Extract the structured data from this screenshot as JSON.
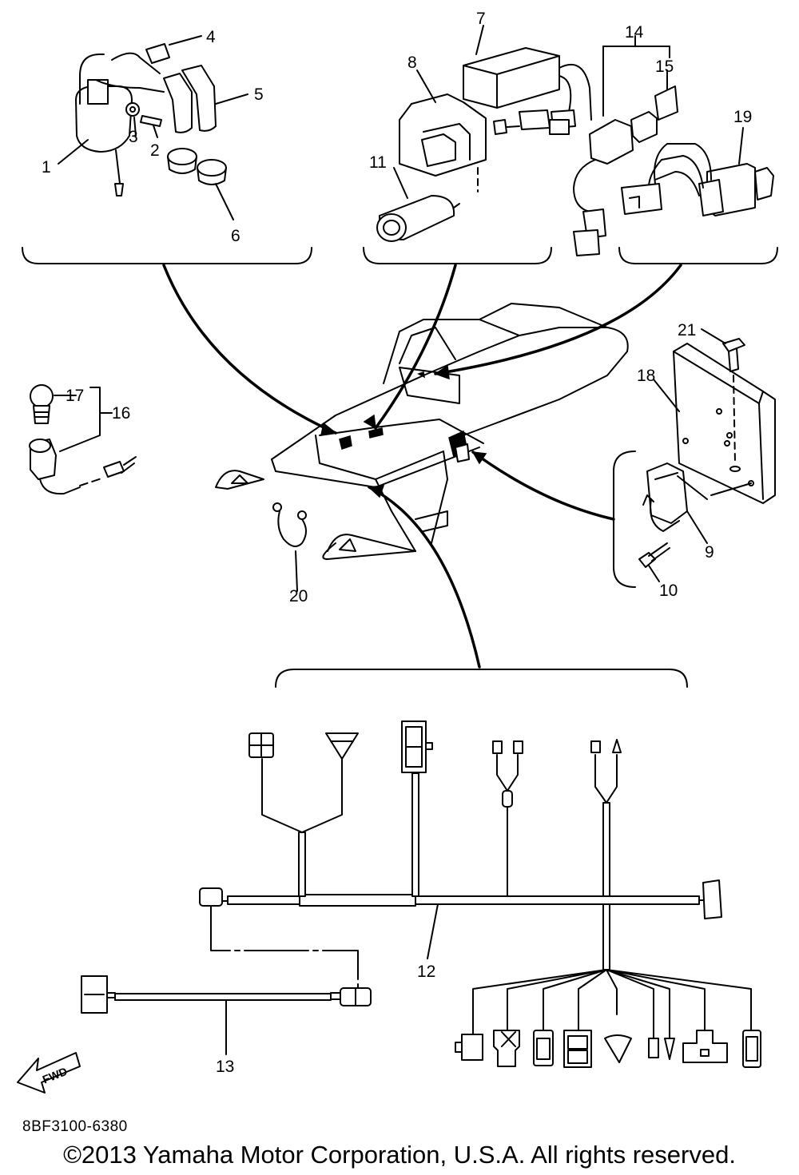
{
  "diagram": {
    "callouts": [
      "1",
      "2",
      "3",
      "4",
      "5",
      "6",
      "7",
      "8",
      "9",
      "10",
      "11",
      "12",
      "13",
      "14",
      "15",
      "16",
      "17",
      "18",
      "19",
      "20",
      "21"
    ],
    "fwd_label": "FWD"
  },
  "footer": {
    "part_code": "8BF3100-6380",
    "copyright": "©2013 Yamaha Motor Corporation, U.S.A. All rights reserved."
  }
}
